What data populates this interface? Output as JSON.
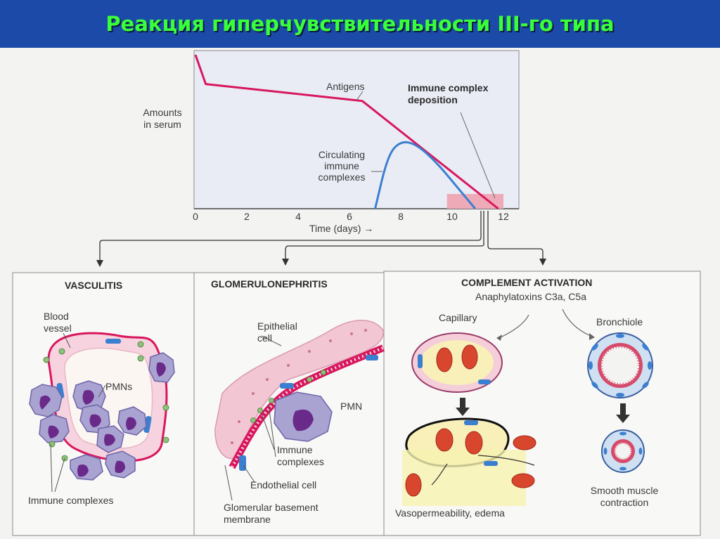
{
  "slide_title": "Реакция гиперчувствительности III-го типа",
  "chart_data": {
    "type": "line",
    "xlabel": "Time (days) →",
    "ylabel": "Amounts in serum",
    "x_ticks": [
      "0",
      "2",
      "4",
      "6",
      "8",
      "10",
      "12"
    ],
    "xlim": [
      0,
      12
    ],
    "series": [
      {
        "name": "Antigens",
        "color": "#d8175e",
        "x": [
          0,
          0.4,
          6.5,
          11.8
        ],
        "y": [
          1.0,
          0.81,
          0.7,
          0.0
        ]
      },
      {
        "name": "Circulating immune complexes",
        "color": "#3b7fd0",
        "x": [
          7.0,
          7.5,
          8.0,
          8.6,
          9.4,
          10.2,
          10.9
        ],
        "y": [
          0.0,
          0.35,
          0.44,
          0.42,
          0.3,
          0.14,
          0.0
        ]
      }
    ],
    "annotations": [
      {
        "text": "Antigens"
      },
      {
        "text": "Circulating immune complexes"
      },
      {
        "text": "Immune complex deposition",
        "range": [
          9.8,
          12.0
        ]
      }
    ]
  },
  "panels": {
    "vasculitis": {
      "title": "VASCULITIS",
      "labels": {
        "blood_vessel": "Blood vessel",
        "pmns": "PMNs",
        "immune_complexes": "Immune complexes"
      }
    },
    "glomerulonephritis": {
      "title": "GLOMERULONEPHRITIS",
      "labels": {
        "epithelial_cell": "Epithelial cell",
        "pmn": "PMN",
        "immune_complexes": "Immune complexes",
        "endothelial_cell": "Endothelial cell",
        "gbm": "Glomerular basement membrane"
      }
    },
    "complement": {
      "title": "COMPLEMENT ACTIVATION",
      "subtitle": "Anaphylatoxins C3a, C5a",
      "labels": {
        "capillary": "Capillary",
        "bronchiole": "Bronchiole",
        "vasopermeability": "Vasopermeability, edema",
        "smooth_muscle": "Smooth muscle contraction"
      }
    }
  }
}
